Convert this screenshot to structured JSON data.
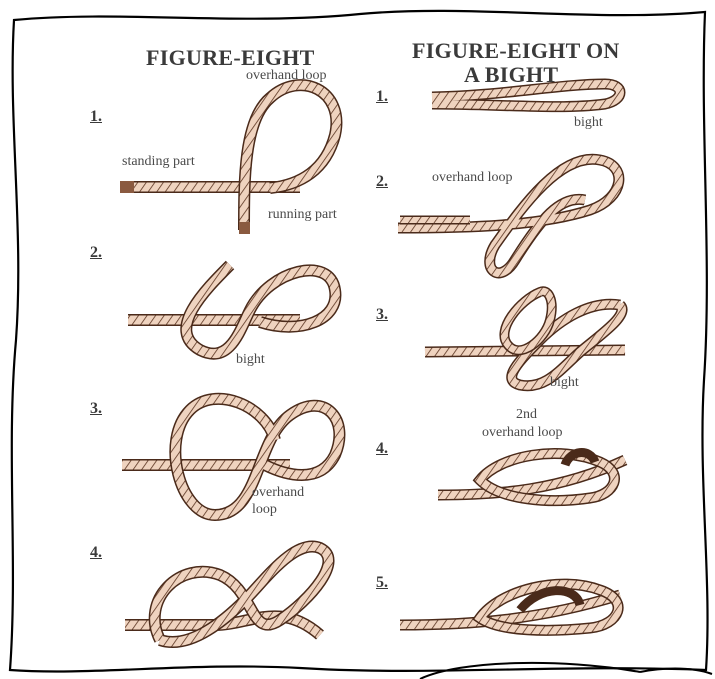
{
  "left": {
    "title": "FIGURE-EIGHT",
    "steps": [
      "1.",
      "2.",
      "3.",
      "4."
    ],
    "labels": {
      "overhand_loop": "overhand loop",
      "standing_part": "standing part",
      "running_part": "running part",
      "bight": "bight",
      "overhand_loop_2a": "overhand",
      "overhand_loop_2b": "loop"
    }
  },
  "right": {
    "title_line1": "FIGURE-EIGHT ON",
    "title_line2": "A BIGHT",
    "steps": [
      "1.",
      "2.",
      "3.",
      "4.",
      "5."
    ],
    "labels": {
      "bight_1": "bight",
      "overhand_loop": "overhand loop",
      "bight_3": "bight",
      "second_a": "2nd",
      "second_b": "overhand loop"
    }
  },
  "colors": {
    "rope_fill": "#efd3bf",
    "rope_edge": "#4a2a1a",
    "frame": "#000000",
    "paper": "#ffffff"
  }
}
